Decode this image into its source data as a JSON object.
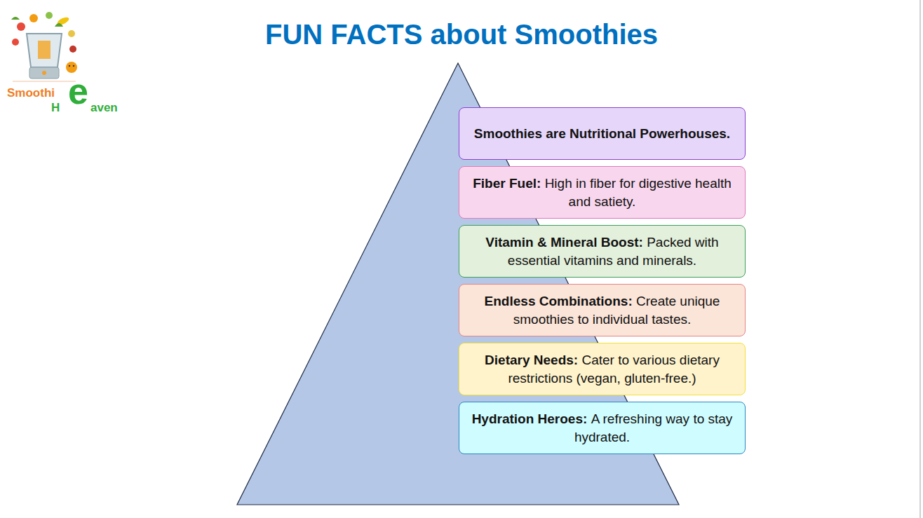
{
  "diagram": {
    "title": "FUN FACTS about Smoothies",
    "nodes": [
      {
        "text": [
          "Smoothies are Nutritional Powerhouses."
        ]
      },
      {
        "text": [
          "Fiber Fuel:",
          "High in fiber for digestive health and satiety."
        ]
      },
      {
        "text": [
          "Vitamin & Mineral Boost:",
          "Packed with essential vitamins and minerals."
        ]
      },
      {
        "text": [
          "Endless Combinations:",
          "Create unique smoothies to individual tastes."
        ]
      },
      {
        "text": [
          "Dietary Needs:",
          "Cater to various dietary restrictions (vegan, gluten-free.)"
        ]
      },
      {
        "text": [
          "Hydration Heroes:",
          "A refreshing way to stay hydrated."
        ]
      }
    ],
    "labels": [
      "Smoothi",
      "e",
      "H",
      "aven"
    ]
  }
}
